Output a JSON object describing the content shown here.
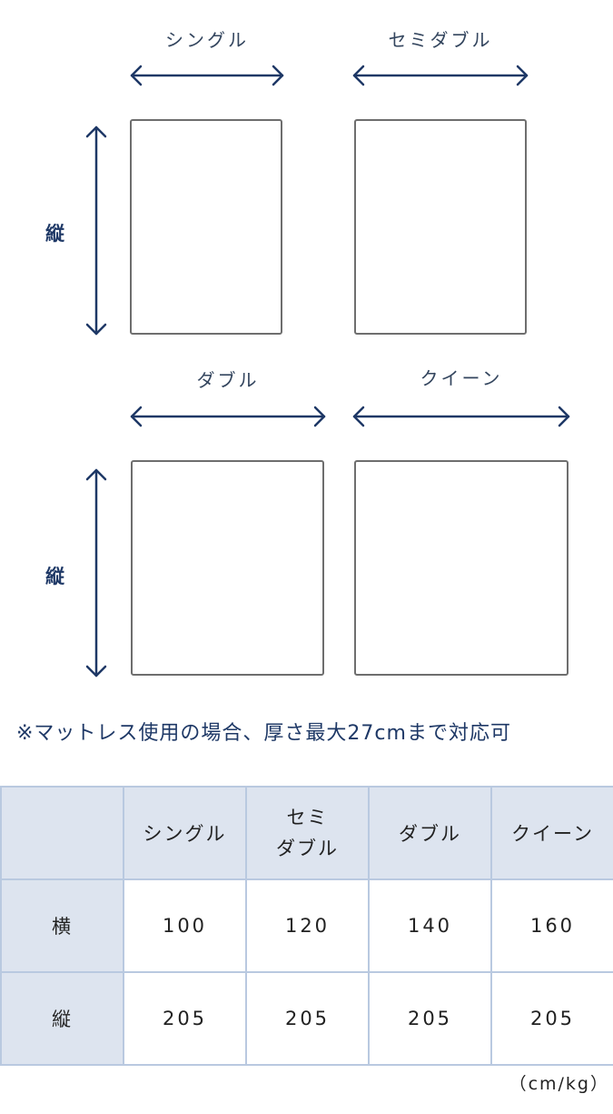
{
  "diagram": {
    "top_labels": [
      "シングル",
      "セミダブル"
    ],
    "bottom_labels": [
      "ダブル",
      "クイーン"
    ],
    "vertical_label": "縦"
  },
  "note": "※マットレス使用の場合、厚さ最大27cmまで対応可",
  "table": {
    "columns": [
      "",
      "シングル",
      "セミ\nダブル",
      "ダブル",
      "クイーン"
    ],
    "rows": [
      {
        "label": "横",
        "values": [
          "100",
          "120",
          "140",
          "160"
        ]
      },
      {
        "label": "縦",
        "values": [
          "205",
          "205",
          "205",
          "205"
        ]
      }
    ]
  },
  "unit": "（cm/kg）",
  "colors": {
    "arrow": "#1e3866",
    "panel_border": "#6e6e6e",
    "table_header_bg": "#dde4ef",
    "table_border": "#b9c9e0"
  },
  "icons": [
    "double-arrow-horizontal-icon",
    "double-arrow-vertical-icon"
  ]
}
